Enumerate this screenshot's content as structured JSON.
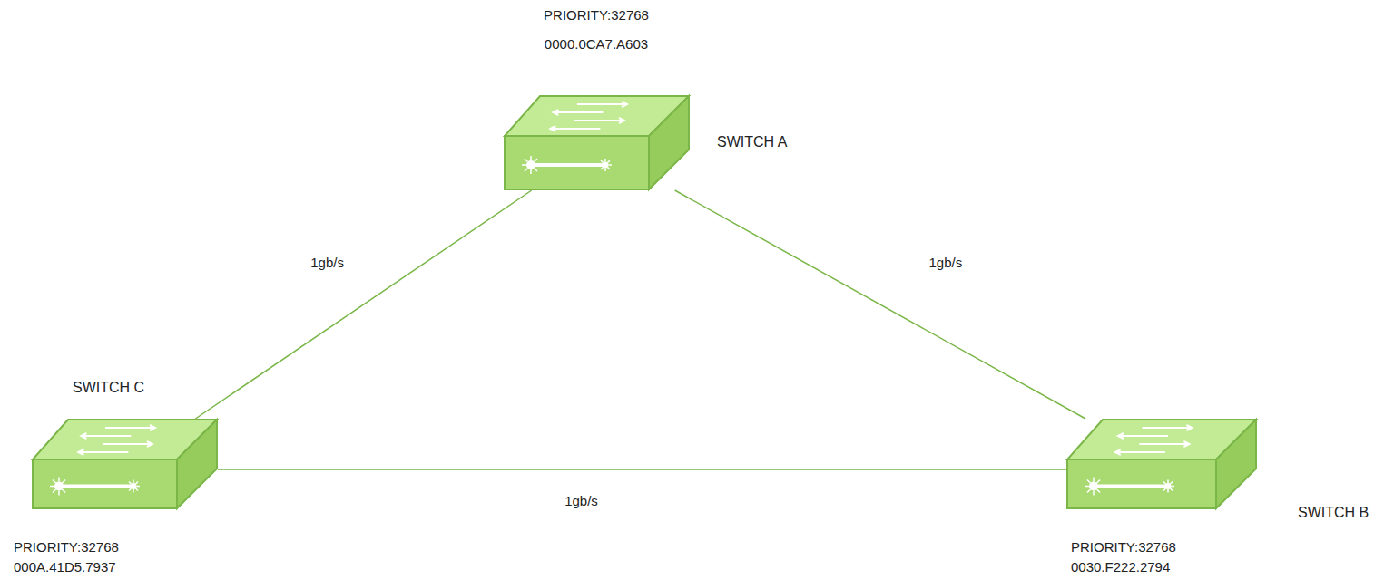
{
  "diagram": {
    "nodes": [
      {
        "text": [
          "SWITCH A",
          "PRIORITY:32768",
          "0000.0CA7.A603"
        ]
      },
      {
        "text": [
          "SWITCH C",
          "PRIORITY:32768",
          "000A.41D5.7937"
        ]
      },
      {
        "text": [
          "SWITCH B",
          "PRIORITY:32768",
          "0030.F222.2794"
        ]
      }
    ],
    "edges": [
      {
        "from": 0,
        "to": 1,
        "arrow": "none",
        "label": "1gb/s"
      },
      {
        "from": 0,
        "to": 2,
        "arrow": "none",
        "label": "1gb/s"
      },
      {
        "from": 1,
        "to": 2,
        "arrow": "none",
        "label": "1gb/s"
      }
    ]
  }
}
